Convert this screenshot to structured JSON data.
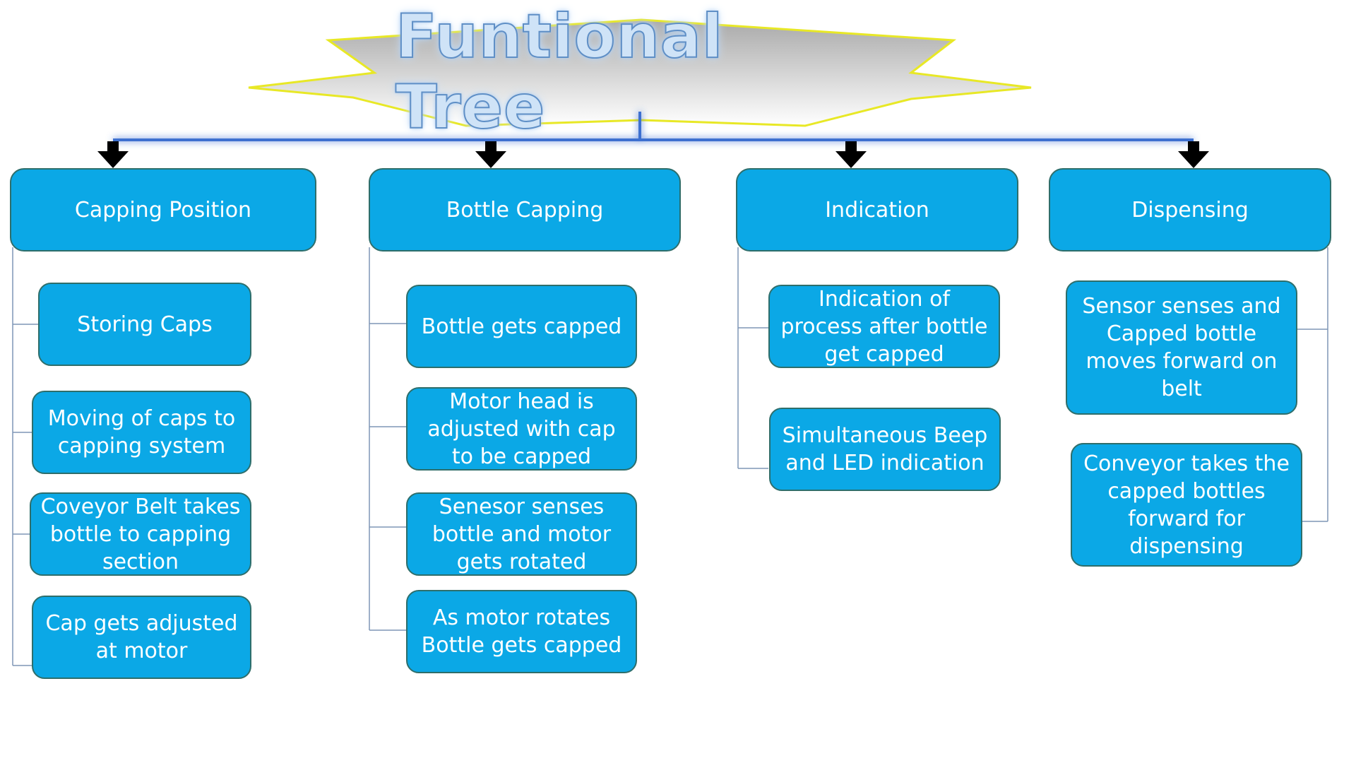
{
  "title": "Funtional Tree",
  "colors": {
    "node_fill": "#0ba8e6",
    "node_border": "#2e6e6b",
    "node_text": "#ffffff",
    "connector": "#7f96b6",
    "bus": "#2f5ea8",
    "arrow": "#000000"
  },
  "branches": [
    {
      "label": "Capping Position",
      "children": [
        "Storing Caps",
        "Moving of caps to capping system",
        "Coveyor Belt takes bottle to capping section",
        "Cap gets adjusted at motor"
      ]
    },
    {
      "label": "Bottle Capping",
      "children": [
        "Bottle gets capped",
        "Motor head is adjusted with cap to be capped",
        "Senesor senses bottle and motor gets rotated",
        "As motor rotates Bottle gets capped"
      ]
    },
    {
      "label": "Indication",
      "children": [
        "Indication of process after bottle get capped",
        "Simultaneous Beep and LED indication"
      ]
    },
    {
      "label": "Dispensing",
      "children": [
        "Sensor senses and Capped bottle moves forward on belt",
        "Conveyor takes the capped bottles forward for dispensing"
      ]
    }
  ]
}
